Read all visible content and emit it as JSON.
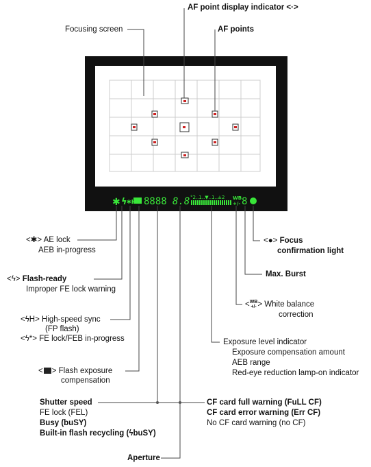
{
  "top": {
    "af_display": "AF point display indicator <·>",
    "focusing_screen": "Focusing screen",
    "af_points": "AF points"
  },
  "display": {
    "bolt": "ϟ",
    "sevenseg_shutter": "8888",
    "sevenseg_aperture": "8.8",
    "scale_text": "°2..1..▼..1..±2",
    "wb_top": "WB",
    "wb_bottom": "+/-",
    "burst_digit": "8"
  },
  "labels": {
    "ae_icon": "<✱> AE lock",
    "ae_sub": "AEB in-progress",
    "flash_ready_pre": "<ϟ>",
    "flash_ready": "Flash-ready",
    "flash_ready_sub": "Improper FE lock warning",
    "hss_line1": "<ϟH> High-speed sync",
    "hss_line2": "(FP flash)",
    "hss_line3": "<ϟ*> FE lock/FEB in-progress",
    "flash_comp_icon": "<",
    "flash_comp_line1": "> Flash exposure",
    "flash_comp_line2": "compensation",
    "focus_pre": "<●>",
    "focus_line1": "Focus",
    "focus_line2": "confirmation light",
    "max_burst": "Max. Burst",
    "wb_pre": "<",
    "wb_post": "> White balance",
    "wb_line2": "correction",
    "exp_line1": "Exposure level indicator",
    "exp_line2": "Exposure compensation amount",
    "exp_line3": "AEB range",
    "exp_line4": "Red-eye reduction lamp-on indicator",
    "shutter_speed": "Shutter speed",
    "fe_lock": "FE lock (FEL)",
    "busy": "Busy (buSY)",
    "builtin_flash": "Built-in flash recycling (ϟbuSY)",
    "cf_full": "CF card full warning (FuLL CF)",
    "cf_error": "CF card error warning (Err CF)",
    "no_cf": "No CF card warning (no CF)",
    "aperture": "Aperture"
  },
  "colors": {
    "lcd_green": "#39e639",
    "frame": "#111111",
    "af_red": "#cc2222",
    "grid": "#cccccc"
  }
}
